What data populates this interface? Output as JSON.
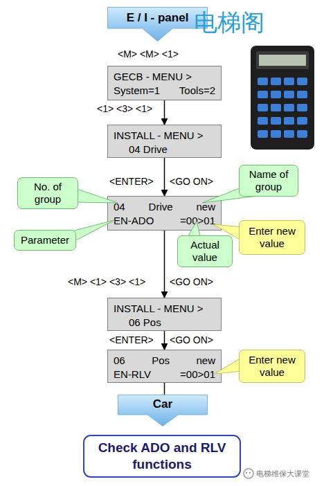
{
  "diagram": {
    "nodes": [
      {
        "text": [
          "E / I - panel"
        ]
      },
      {
        "text": [
          "GECB - MENU >",
          "System=1 Tools=2"
        ]
      },
      {
        "text": [
          "INSTALL - MENU >",
          "04 Drive"
        ]
      },
      {
        "text": [
          "Name of group"
        ]
      },
      {
        "text": [
          "No. of group"
        ]
      },
      {
        "text": [
          "04 Drive new",
          "EN-ADO =00>01"
        ]
      },
      {
        "text": [
          "Parameter"
        ]
      },
      {
        "text": [
          "Enter new value"
        ]
      },
      {
        "text": [
          "Actual value"
        ]
      },
      {
        "text": [
          "INSTALL - MENU >",
          "06 Pos"
        ]
      },
      {
        "text": [
          "06 Pos new",
          "EN-RLV =00>01"
        ]
      },
      {
        "text": [
          "Enter new value"
        ]
      },
      {
        "text": [
          "Car"
        ]
      },
      {
        "text": [
          "Check ADO and RLV functions"
        ]
      }
    ],
    "edges": [
      {
        "from": 1,
        "to": 2,
        "arrow": "to",
        "label": "<1> <3> <1>"
      },
      {
        "from": 2,
        "to": 5,
        "arrow": "to"
      },
      {
        "from": 5,
        "to": 9,
        "arrow": "to",
        "label": "<M> <1> <3> <1>"
      },
      {
        "from": 9,
        "to": 10,
        "arrow": "to"
      },
      {
        "from": 10,
        "to": 12,
        "arrow": "none"
      }
    ],
    "labels": [
      "电梯阁",
      "<M> <M> <1>",
      "<ENTER>",
      "<GO ON>",
      "<GO ON>",
      "<ENTER>",
      "<GO ON>",
      "电梯维保大课堂"
    ]
  }
}
